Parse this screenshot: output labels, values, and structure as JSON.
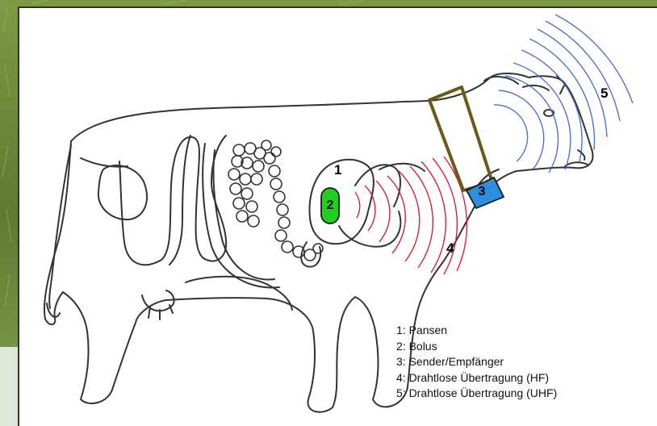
{
  "callouts": {
    "pansen": "1",
    "bolus": "2",
    "sender": "3",
    "hf": "4",
    "uhf": "5"
  },
  "legend": [
    "1: Pansen",
    "2: Bolus",
    "3: Sender/Empfänger",
    "4: Drahtlose Übertragung (HF)",
    "5: Drahtlose Übertragung (UHF)"
  ],
  "colors": {
    "bolus_fill": "#1fd11f",
    "sender_fill": "#2b8fe0",
    "collar": "#6a5a14",
    "hf_waves": "#d6203a",
    "uhf_waves": "#3a63c8",
    "outline": "#333333",
    "background_grass": "#6e8a3c"
  },
  "icons": {
    "bolus": "capsule-icon",
    "sender": "transmitter-box-icon"
  }
}
